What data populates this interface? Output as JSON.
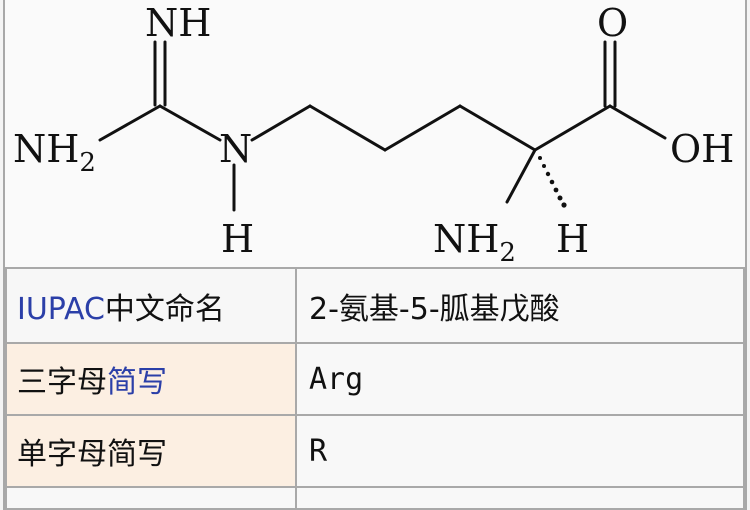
{
  "structure": {
    "compound": "arginine",
    "atoms": {
      "imine": "NH",
      "amine_left": "NH",
      "amine_left_sub": "2",
      "n_bridge": "N",
      "n_h": "H",
      "carbonyl_o": "O",
      "hydroxyl": "OH",
      "alpha_amine": "NH",
      "alpha_amine_sub": "2",
      "alpha_h": "H"
    }
  },
  "table": {
    "rows": [
      {
        "label_link": "IUPAC",
        "label_text": "中文命名",
        "value": "2-氨基-5-胍基戊酸"
      },
      {
        "label_text": "三字母",
        "label_link": "简写",
        "value": "Arg"
      },
      {
        "label_text": "单字母简写",
        "value": "R"
      }
    ]
  },
  "colors": {
    "link": "#2b3fa8",
    "label_highlight_bg": "#fcefe2",
    "border": "#a9a9a9"
  }
}
